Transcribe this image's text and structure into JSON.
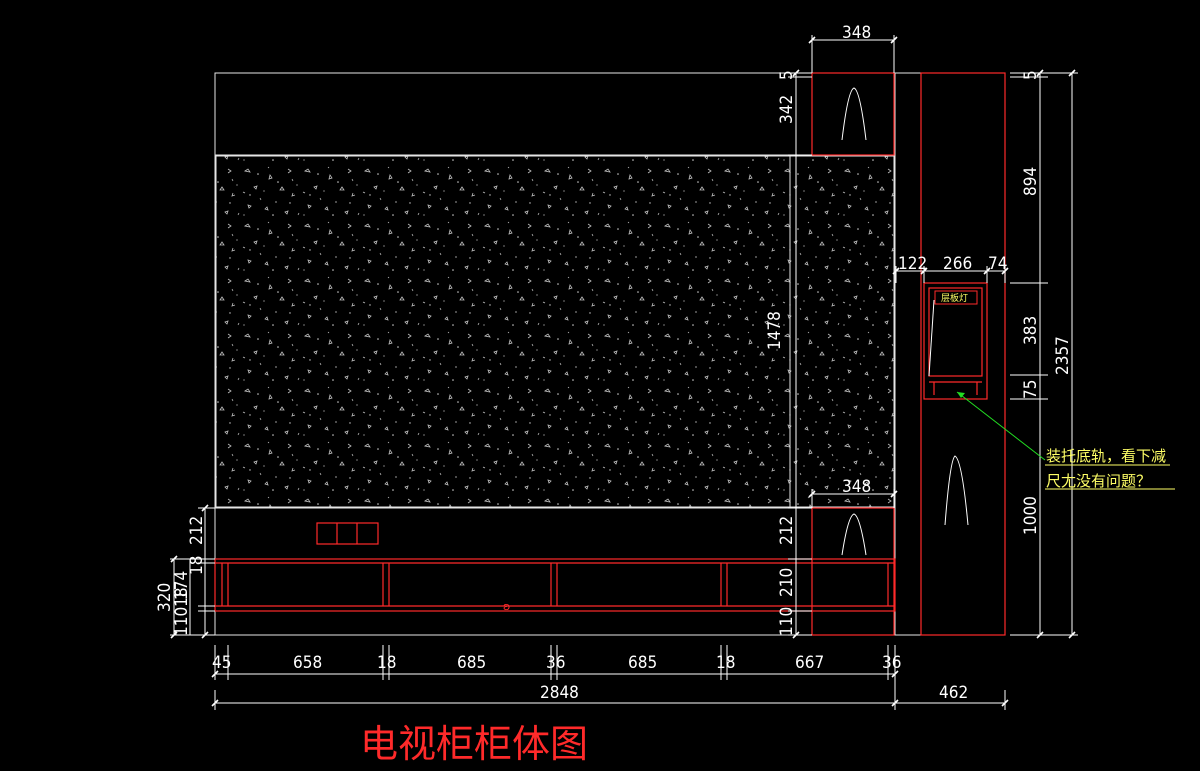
{
  "drawing": {
    "title": "电视柜柜体图",
    "note_line1": "装托底轨，看下减",
    "note_line2": "尺尢没有问题？",
    "lamp_label": "层板灯"
  },
  "dimensions": {
    "top_width": "348",
    "mid_width": "348",
    "top_5": "5",
    "top_342": "342",
    "top_1478": "1478",
    "left_212": "212",
    "right_212": "212",
    "right_210": "210",
    "right_110": "110",
    "left_18": "18",
    "left_320": "320",
    "left_174": "174",
    "left_11018": "11018",
    "col_5": "5",
    "col_894": "894",
    "col_383": "383",
    "col_75": "75",
    "col_1000": "1000",
    "total_2357": "2357",
    "niche_122": "122",
    "niche_266": "266",
    "niche_74": "74",
    "b_45": "45",
    "b_658": "658",
    "b_18a": "18",
    "b_685a": "685",
    "b_36a": "36",
    "b_685b": "685",
    "b_18b": "18",
    "b_667": "667",
    "b_36b": "36",
    "total_2848": "2848",
    "total_462": "462"
  }
}
